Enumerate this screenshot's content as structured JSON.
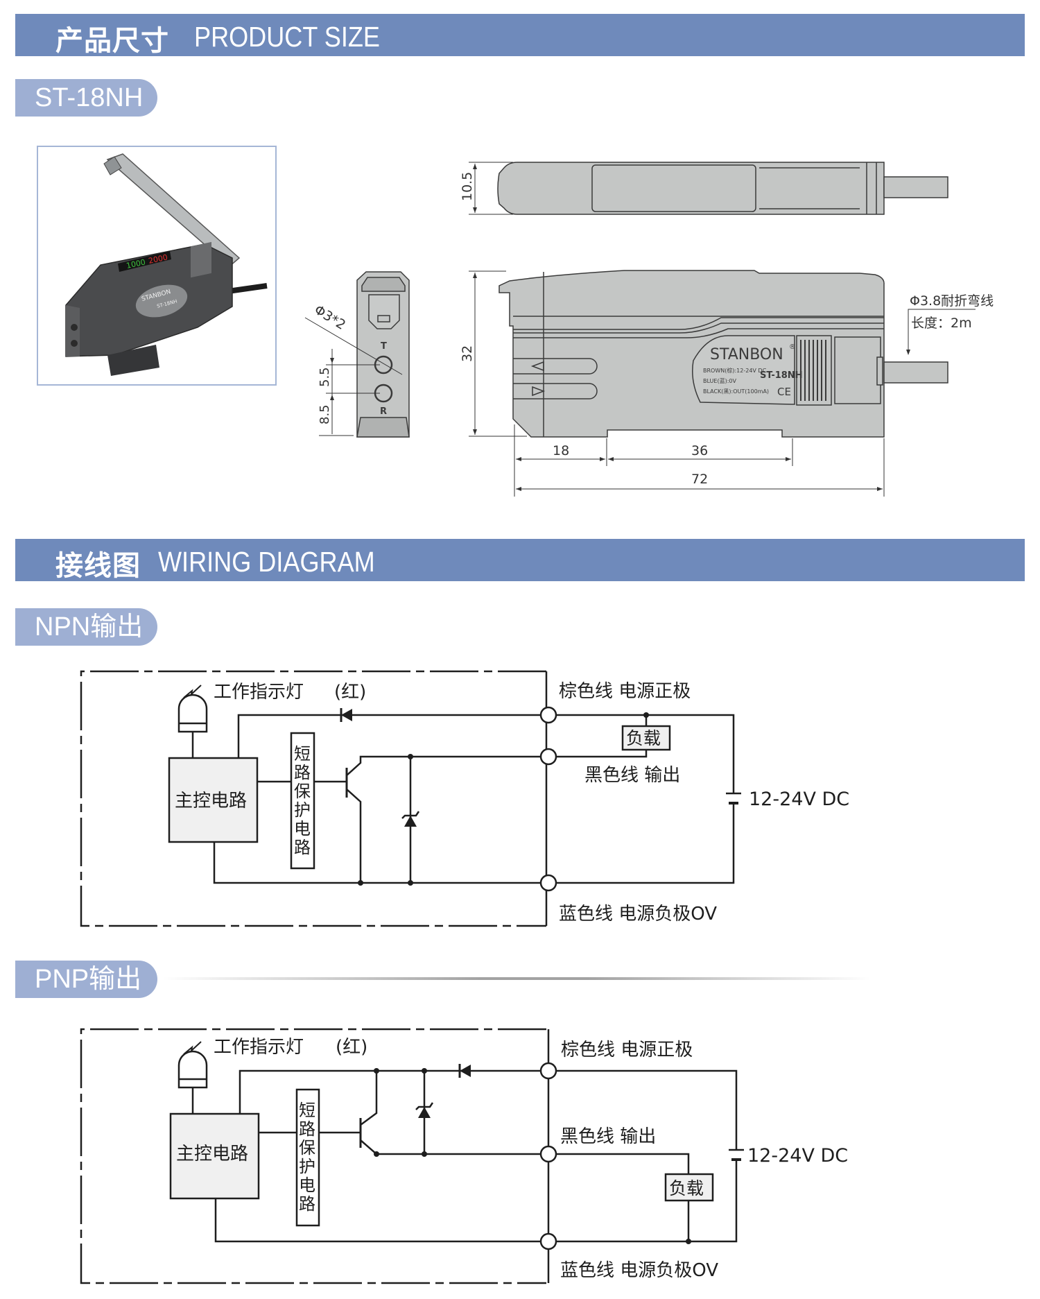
{
  "sections": {
    "product_size": {
      "title_zh": "产品尺寸",
      "title_en": "PRODUCT SIZE"
    },
    "wiring": {
      "title_zh": "接线图",
      "title_en": "WIRING DIAGRAM"
    }
  },
  "model": {
    "name": "ST-18NH"
  },
  "product_photo": {
    "brand": "STANBON",
    "registered": "®",
    "model": "ST-18NH",
    "display_green": "1000",
    "display_red": "2000"
  },
  "dimensions": {
    "top_view_height": "10.5",
    "front_hole_spec": "Φ3*2",
    "front_hole_spacing": "5.5",
    "front_hole_offset": "8.5",
    "front_label_T": "T",
    "front_label_R": "R",
    "side_height": "32",
    "bottom_a": "18",
    "bottom_b": "36",
    "total_length": "72",
    "cable_spec": "Φ3.8耐折弯线",
    "cable_length": "长度：2m"
  },
  "side_label": {
    "brand": "STANBON",
    "registered": "®",
    "model": "ST-18NH",
    "line1": "BROWN(棕):12-24V DC",
    "line2": "BLUE(蓝):0V",
    "line3": "BLACK(黑):OUT(100mA)",
    "ce": "CE"
  },
  "npn": {
    "title": "NPN输出",
    "indicator": "工作指示灯",
    "indicator_color": "(红)",
    "main_circuit": "主控电路",
    "protection": [
      "短",
      "路",
      "保",
      "护",
      "电",
      "路"
    ],
    "brown": "棕色线  电源正极",
    "black": "黑色线  输出",
    "blue": "蓝色线  电源负极OV",
    "load": "负载",
    "supply": "12-24V  DC"
  },
  "pnp": {
    "title": "PNP输出",
    "indicator": "工作指示灯",
    "indicator_color": "(红)",
    "main_circuit": "主控电路",
    "protection": [
      "短",
      "路",
      "保",
      "护",
      "电",
      "路"
    ],
    "brown": "棕色线  电源正极",
    "black": "黑色线  输出",
    "blue": "蓝色线  电源负极OV",
    "load": "负载",
    "supply": "12-24V  DC"
  },
  "colors": {
    "section_bar": "#6f8abb",
    "pill": "#9eafd3",
    "drawing_fill": "#c4c6c5",
    "line": "#222222"
  }
}
